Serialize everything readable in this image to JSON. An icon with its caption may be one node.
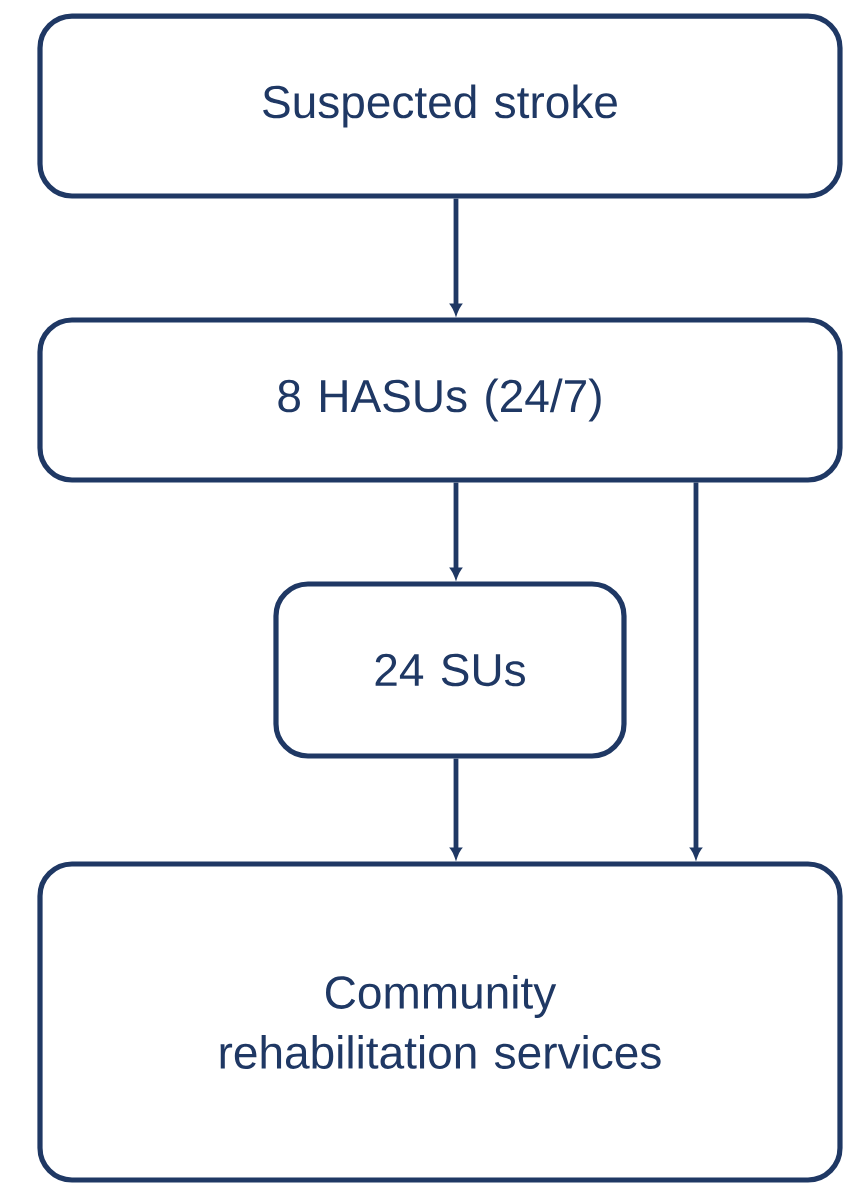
{
  "diagram": {
    "nodes": [
      {
        "text": [
          "Suspected stroke"
        ]
      },
      {
        "text": [
          "8 HASUs (24/7)"
        ]
      },
      {
        "text": [
          "24 SUs"
        ]
      },
      {
        "text": [
          "Community rehabilitation services"
        ]
      }
    ],
    "edges": [
      {
        "from": 0,
        "to": 1,
        "arrow": "to"
      },
      {
        "from": 1,
        "to": 2,
        "arrow": "to"
      },
      {
        "from": 2,
        "to": 3,
        "arrow": "to"
      },
      {
        "from": 1,
        "to": 3,
        "arrow": "to"
      }
    ]
  }
}
